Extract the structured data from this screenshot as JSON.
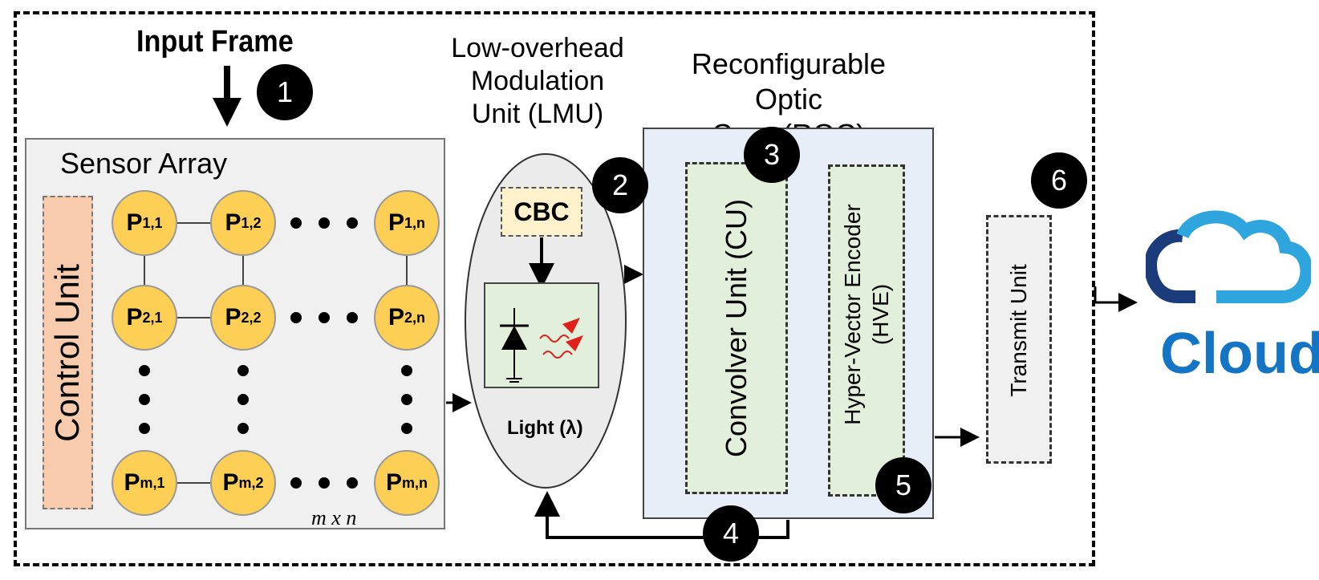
{
  "labels": {
    "input_frame": "Input Frame",
    "lmu": "Low-overhead\nModulation\nUnit (LMU)",
    "roc": "Reconfigurable Optic\nCore (ROC)",
    "sensor_array": "Sensor Array",
    "control_unit": "Control Unit",
    "cbc": "CBC",
    "light": "Light (λ)",
    "cu": "Convolver Unit (CU)",
    "hve": "Hyper-Vector Encoder\n(HVE)",
    "transmit": "Transmit Unit",
    "cloud": "Cloud",
    "dims": "m x n"
  },
  "nodes": [
    {
      "base": "P",
      "sub": "1,1"
    },
    {
      "base": "P",
      "sub": "1,2"
    },
    {
      "base": "P",
      "sub": "1,n"
    },
    {
      "base": "P",
      "sub": "2,1"
    },
    {
      "base": "P",
      "sub": "2,2"
    },
    {
      "base": "P",
      "sub": "2,n"
    },
    {
      "base": "P",
      "sub": "m,1"
    },
    {
      "base": "P",
      "sub": "m,2"
    },
    {
      "base": "P",
      "sub": "m,n"
    }
  ],
  "badges": [
    "1",
    "2",
    "3",
    "4",
    "5",
    "6"
  ],
  "colors": {
    "node": "#fdd055",
    "control_unit": "#f8cbad",
    "roc": "#e8eef8",
    "unit_green": "#e2efda",
    "cbc": "#fff2cc",
    "cloud_dark": "#1c3b7a",
    "cloud_light": "#2ea5dc",
    "laser": "#e0211b"
  },
  "icons": [
    "down-arrow-icon",
    "photodiode-icon",
    "laser-wave-icon",
    "cloud-icon"
  ]
}
